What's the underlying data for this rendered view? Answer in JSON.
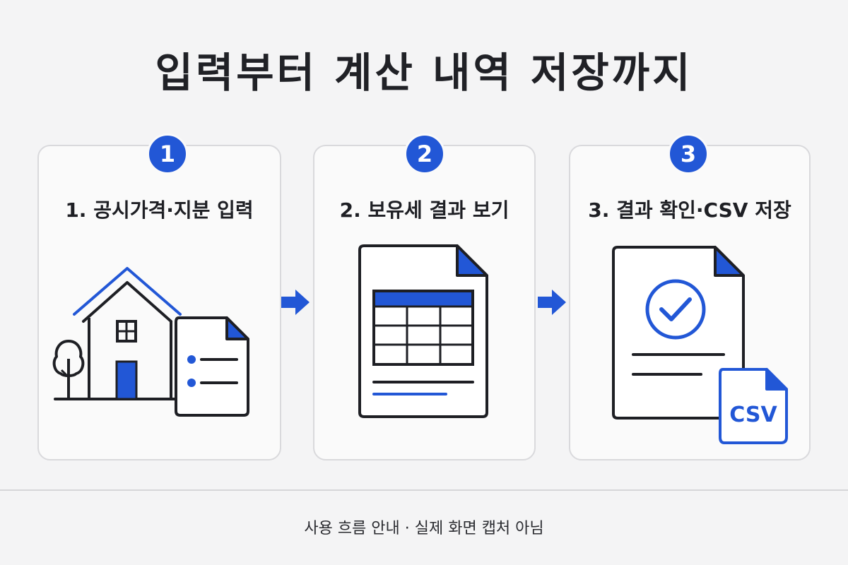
{
  "title": "입력부터 계산 내역 저장까지",
  "colors": {
    "accent": "#2257d6",
    "line": "#1e1f24",
    "card_border": "#d9d9dc",
    "background": "#f4f4f5"
  },
  "steps": [
    {
      "number": "1",
      "label": "1. 공시가격·지분 입력",
      "icons": [
        "house-icon",
        "tree-icon",
        "document-list-icon"
      ]
    },
    {
      "number": "2",
      "label": "2. 보유세 결과 보기",
      "icons": [
        "document-table-icon"
      ]
    },
    {
      "number": "3",
      "label": "3. 결과 확인·CSV 저장",
      "icons": [
        "document-check-icon",
        "csv-file-icon"
      ],
      "csv_badge_text": "CSV"
    }
  ],
  "arrows": [
    "arrow-right-icon",
    "arrow-right-icon"
  ],
  "footer": "사용 흐름 안내 · 실제 화면 캡처 아님"
}
